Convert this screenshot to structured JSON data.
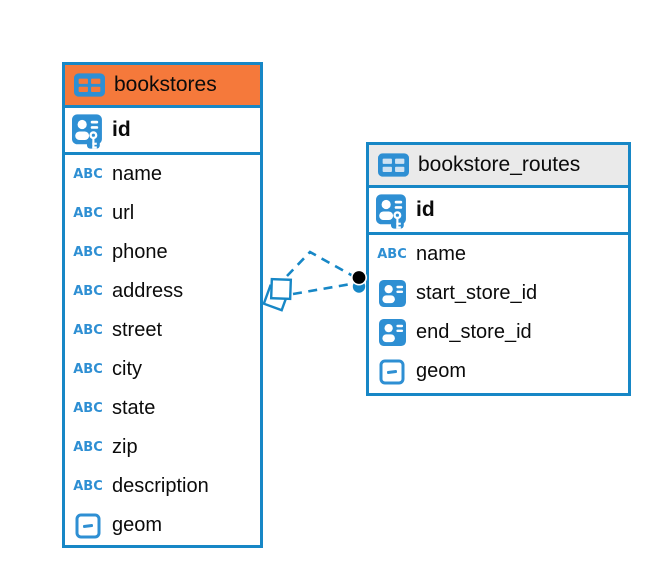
{
  "diagram": {
    "kind": "entity-relationship-diagram",
    "tables": [
      {
        "name": "bookstores",
        "header_color": "#f5793b",
        "primary_key": {
          "label": "id",
          "icon": "primary-key-icon"
        },
        "columns": [
          {
            "label": "name",
            "icon": "text-type-icon"
          },
          {
            "label": "url",
            "icon": "text-type-icon"
          },
          {
            "label": "phone",
            "icon": "text-type-icon"
          },
          {
            "label": "address",
            "icon": "text-type-icon"
          },
          {
            "label": "street",
            "icon": "text-type-icon"
          },
          {
            "label": "city",
            "icon": "text-type-icon"
          },
          {
            "label": "state",
            "icon": "text-type-icon"
          },
          {
            "label": "zip",
            "icon": "text-type-icon"
          },
          {
            "label": "description",
            "icon": "text-type-icon"
          },
          {
            "label": "geom",
            "icon": "geometry-type-icon"
          }
        ]
      },
      {
        "name": "bookstore_routes",
        "header_color": "#eaeaea",
        "primary_key": {
          "label": "id",
          "icon": "primary-key-icon"
        },
        "columns": [
          {
            "label": "name",
            "icon": "text-type-icon"
          },
          {
            "label": "start_store_id",
            "icon": "foreign-key-icon"
          },
          {
            "label": "end_store_id",
            "icon": "foreign-key-icon"
          },
          {
            "label": "geom",
            "icon": "geometry-type-icon"
          }
        ]
      }
    ],
    "relationship": {
      "from_table": "bookstores",
      "to_table": "bookstore_routes",
      "dashed_lines": 2,
      "source_marker": "overlapping-squares",
      "target_markers": [
        "black-dot",
        "blue-dot"
      ]
    }
  },
  "colors": {
    "table_border_blue": "#1787c6",
    "icon_blue": "#2e8fd3",
    "header_orange": "#f5793b",
    "header_gray": "#eaeaea",
    "connector_blue": "#1787c6",
    "dot_black": "#000000",
    "text": "#0b0b0b"
  },
  "tables": [
    {
      "name": "bookstores",
      "primary_key": {
        "label": "id"
      },
      "columns": [
        {
          "label": "name",
          "icon": "text-type-icon"
        },
        {
          "label": "url",
          "icon": "text-type-icon"
        },
        {
          "label": "phone",
          "icon": "text-type-icon"
        },
        {
          "label": "address",
          "icon": "text-type-icon"
        },
        {
          "label": "street",
          "icon": "text-type-icon"
        },
        {
          "label": "city",
          "icon": "text-type-icon"
        },
        {
          "label": "state",
          "icon": "text-type-icon"
        },
        {
          "label": "zip",
          "icon": "text-type-icon"
        },
        {
          "label": "description",
          "icon": "text-type-icon"
        },
        {
          "label": "geom",
          "icon": "geometry-type-icon"
        }
      ]
    },
    {
      "name": "bookstore_routes",
      "primary_key": {
        "label": "id"
      },
      "columns": [
        {
          "label": "name",
          "icon": "text-type-icon"
        },
        {
          "label": "start_store_id",
          "icon": "foreign-key-icon"
        },
        {
          "label": "end_store_id",
          "icon": "foreign-key-icon"
        },
        {
          "label": "geom",
          "icon": "geometry-type-icon"
        }
      ]
    }
  ]
}
